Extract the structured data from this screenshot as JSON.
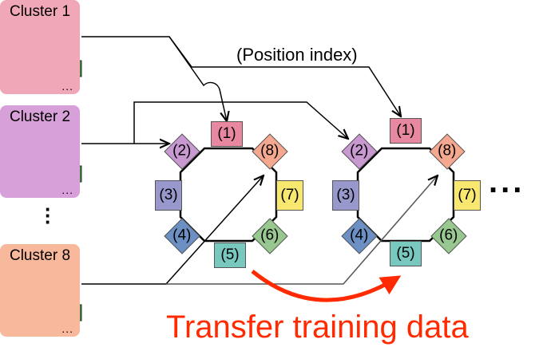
{
  "clusters": [
    {
      "label": "Cluster 1",
      "ellipsis": "...",
      "color": "#f0a8b8"
    },
    {
      "label": "Cluster 2",
      "ellipsis": "...",
      "color": "#d8a0d8"
    },
    {
      "label": "Cluster 8",
      "ellipsis": "...",
      "color": "#f8b89c"
    }
  ],
  "vertical_ellipsis": "⋮",
  "position_label": "(Position index)",
  "positions": [
    {
      "label": "(1)",
      "color": "#e888a0"
    },
    {
      "label": "(2)",
      "color": "#c898d0"
    },
    {
      "label": "(3)",
      "color": "#9898cc"
    },
    {
      "label": "(4)",
      "color": "#6c90c4"
    },
    {
      "label": "(5)",
      "color": "#78c8c0"
    },
    {
      "label": "(6)",
      "color": "#98c890"
    },
    {
      "label": "(7)",
      "color": "#f8e870"
    },
    {
      "label": "(8)",
      "color": "#f4a890"
    }
  ],
  "more_rings": "...",
  "caption": "Transfer training data",
  "caption_color": "#ff2a00"
}
